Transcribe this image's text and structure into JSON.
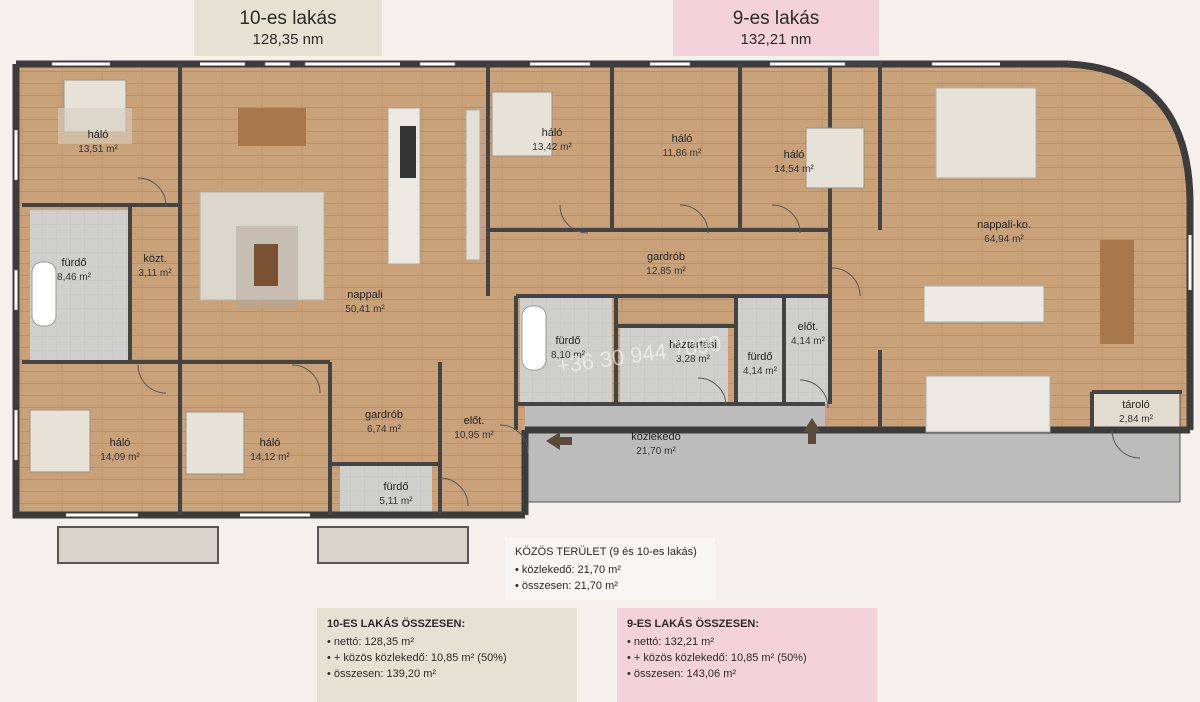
{
  "headers": {
    "apt10": {
      "title": "10-es lakás",
      "area": "128,35 nm"
    },
    "apt9": {
      "title": "9-es lakás",
      "area": "132,21 nm"
    }
  },
  "rooms": {
    "halo_a": {
      "name": "háló",
      "area": "13,51 m²"
    },
    "furdo_a": {
      "name": "fürdő",
      "area": "8,46 m²"
    },
    "kozt": {
      "name": "közt.",
      "area": "3,11 m²"
    },
    "nappali": {
      "name": "nappali",
      "area": "50,41 m²"
    },
    "halo_b": {
      "name": "háló",
      "area": "14,09 m²"
    },
    "halo_c": {
      "name": "háló",
      "area": "14,12 m²"
    },
    "gardrob_a": {
      "name": "gardrób",
      "area": "6,74 m²"
    },
    "furdo_b": {
      "name": "fürdő",
      "area": "5,11 m²"
    },
    "elot_a": {
      "name": "előt.",
      "area": "10,95 m²"
    },
    "halo_d": {
      "name": "háló",
      "area": "13,42 m²"
    },
    "halo_e": {
      "name": "háló",
      "area": "11,86 m²"
    },
    "halo_f": {
      "name": "háló",
      "area": "14,54 m²"
    },
    "nappali_ko": {
      "name": "nappali-ko.",
      "area": "64,94 m²"
    },
    "gardrob_b": {
      "name": "gardrób",
      "area": "12,85 m²"
    },
    "furdo_c": {
      "name": "fürdő",
      "area": "8,10 m²"
    },
    "haztartasi": {
      "name": "háztartási",
      "area": "3,28 m²"
    },
    "furdo_d": {
      "name": "fürdő",
      "area": "4,14 m²"
    },
    "elot_b": {
      "name": "előt.",
      "area": "4,14 m²"
    },
    "kozlekedo": {
      "name": "közlekedő",
      "area": "21,70 m²"
    },
    "tarolo": {
      "name": "tároló",
      "area": "2,84 m²"
    }
  },
  "common": {
    "title": "KÖZÖS TERÜLET (9 és 10-es lakás)",
    "line1": "• közlekedő: 21,70 m²",
    "line2": "• összesen: 21,70 m²"
  },
  "summary10": {
    "title": "10-ES LAKÁS ÖSSZESEN:",
    "line1": "• nettó: 128,35 m²",
    "line2": "• + közös közlekedő: 10,85 m² (50%)",
    "line3": "• összesen: 139,20 m²"
  },
  "summary9": {
    "title": "9-ES LAKÁS ÖSSZESEN:",
    "line1": "• nettó: 132,21 m²",
    "line2": "• + közös közlekedő: 10,85 m² (50%)",
    "line3": "• összesen: 143,06 m²"
  },
  "watermark": "+36 30 944 7090",
  "colors": {
    "wall": "#3c3c3c",
    "wood_floor": "#c9a279",
    "tile_floor": "#cfcfcd",
    "apt10_header": "#e4e2d3",
    "apt9_header": "#f3d2dc"
  }
}
